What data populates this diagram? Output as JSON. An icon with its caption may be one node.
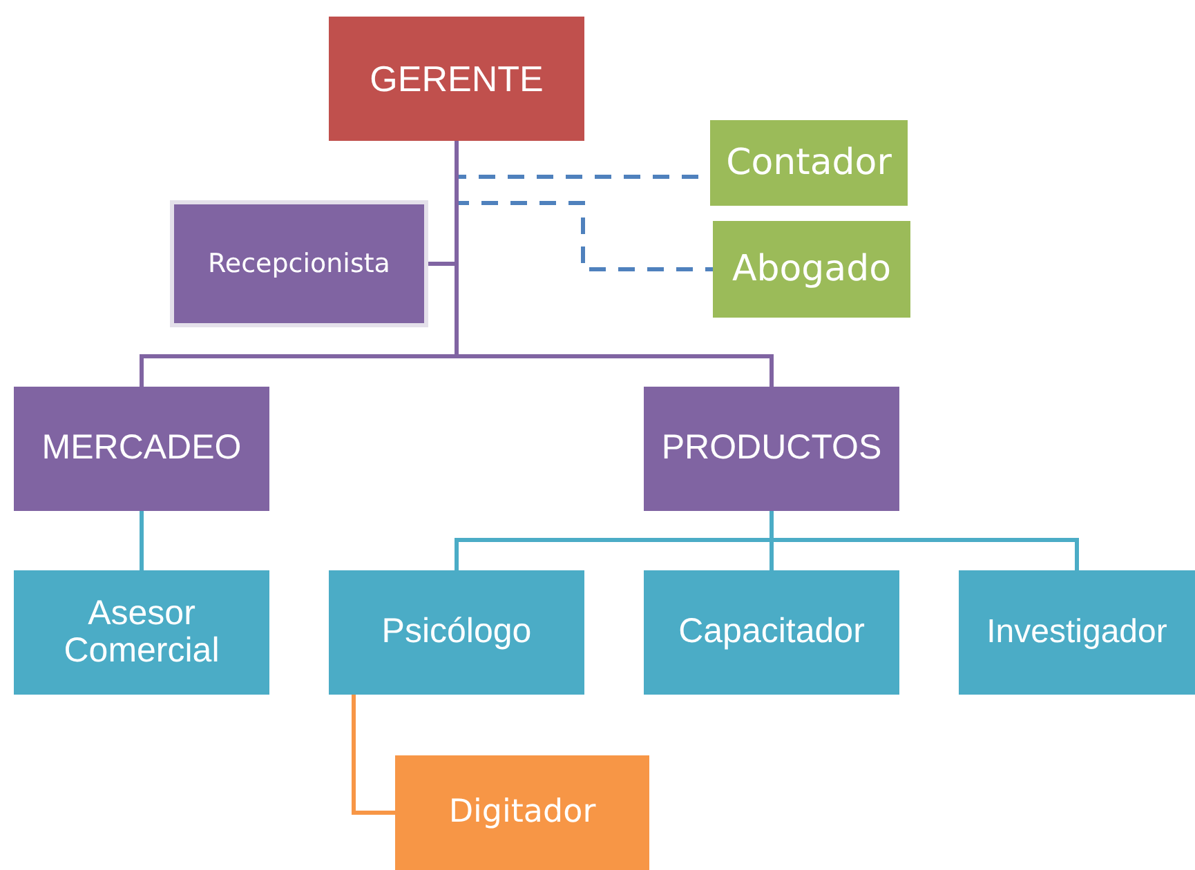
{
  "diagram": {
    "nodes": [
      {
        "text": [
          "GERENTE"
        ]
      },
      {
        "text": [
          "Contador"
        ]
      },
      {
        "text": [
          "Recepcionista"
        ]
      },
      {
        "text": [
          "Abogado"
        ]
      },
      {
        "text": [
          "MERCADEO"
        ]
      },
      {
        "text": [
          "PRODUCTOS"
        ]
      },
      {
        "text": [
          "Asesor Comercial"
        ]
      },
      {
        "text": [
          "Psicólogo"
        ]
      },
      {
        "text": [
          "Capacitador"
        ]
      },
      {
        "text": [
          "Investigador"
        ]
      },
      {
        "text": [
          "Digitador"
        ]
      }
    ],
    "edges": [
      {
        "from": 0,
        "to": 1,
        "arrow": "none",
        "style": "dashed",
        "color": "#4f81bd"
      },
      {
        "from": 0,
        "to": 3,
        "arrow": "none",
        "style": "dashed",
        "color": "#4f81bd"
      },
      {
        "from": 0,
        "to": 2,
        "arrow": "none",
        "color": "#8064a2"
      },
      {
        "from": 0,
        "to": 4,
        "arrow": "none",
        "color": "#8064a2"
      },
      {
        "from": 0,
        "to": 5,
        "arrow": "none",
        "color": "#8064a2"
      },
      {
        "from": 4,
        "to": 6,
        "arrow": "none"
      },
      {
        "from": 5,
        "to": 7,
        "arrow": "none"
      },
      {
        "from": 5,
        "to": 8,
        "arrow": "none"
      },
      {
        "from": 5,
        "to": 9,
        "arrow": "none"
      },
      {
        "from": 7,
        "to": 10,
        "arrow": "none",
        "color": "#f79646"
      }
    ]
  }
}
